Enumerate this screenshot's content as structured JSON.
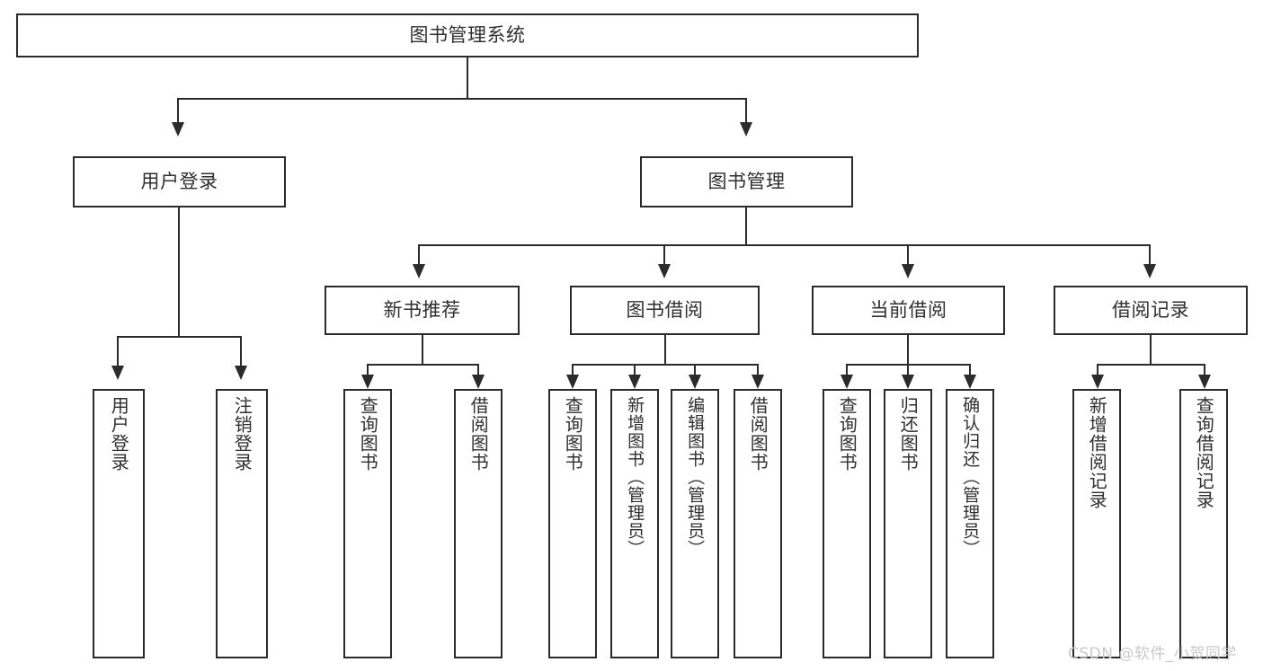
{
  "diagram": {
    "title_node": {
      "label": "图书管理系统"
    },
    "level1": [
      {
        "label": "用户登录"
      },
      {
        "label": "图书管理"
      }
    ],
    "level2": [
      {
        "label": "新书推荐"
      },
      {
        "label": "图书借阅"
      },
      {
        "label": "当前借阅"
      },
      {
        "label": "借阅记录"
      }
    ],
    "leaves": [
      {
        "label": "用户登录"
      },
      {
        "label": "注销登录"
      },
      {
        "label": "查询图书"
      },
      {
        "label": "借阅图书"
      },
      {
        "label": "查询图书"
      },
      {
        "label": "新增图书（管理员）"
      },
      {
        "label": "编辑图书（管理员）"
      },
      {
        "label": "借阅图书"
      },
      {
        "label": "查询图书"
      },
      {
        "label": "归还图书"
      },
      {
        "label": "确认归还（管理员）"
      },
      {
        "label": "新增借阅记录"
      },
      {
        "label": "查询借阅记录"
      }
    ],
    "watermark": "CSDN @软件_小贺同学",
    "colors": {
      "stroke": "#2b2b2b",
      "text": "#2f2f2f",
      "background": "#ffffff",
      "watermark": "#c9c9c9"
    }
  }
}
